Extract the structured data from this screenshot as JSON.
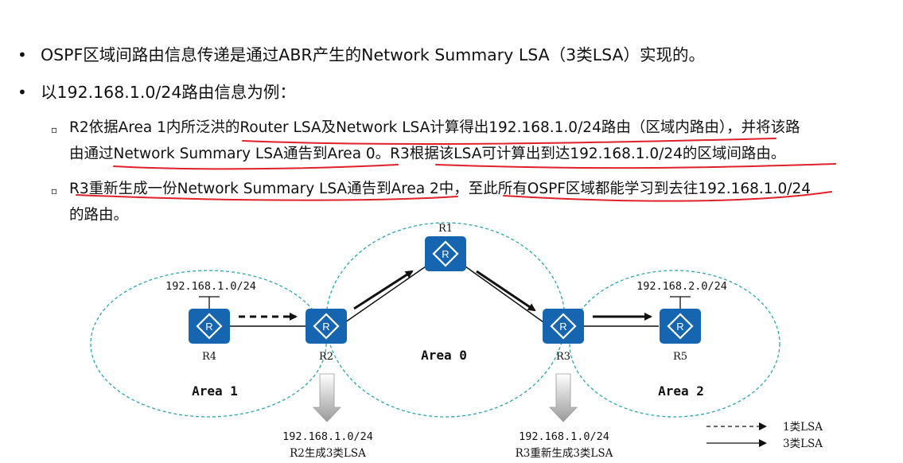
{
  "bullets": [
    "OSPF区域间路由信息传递是通过ABR产生的Network Summary LSA（3类LSA）实现的。",
    "以192.168.1.0/24路由信息为例："
  ],
  "sub_bullets": [
    {
      "line1": "R2依据Area 1内所泛洪的Router LSA及Network LSA计算得出192.168.1.0/24路由（区域内路由），并将该路",
      "line2": "由通过Network Summary LSA通告到Area 0。R3根据该LSA可计算出到达192.168.1.0/24的区域间路由。"
    },
    {
      "line1": "R3重新生成一份Network Summary LSA通告到Area 2中，至此所有OSPF区域都能学习到去往192.168.1.0/24",
      "line2": "的路由。"
    }
  ],
  "diagram": {
    "routers": {
      "R1": "R1",
      "R2": "R2",
      "R3": "R3",
      "R4": "R4",
      "R5": "R5"
    },
    "router_icon_glyph": "R",
    "networks": {
      "left": "192.168.1.0/24",
      "right": "192.168.2.0/24"
    },
    "areas": {
      "area0": "Area 0",
      "area1": "Area 1",
      "area2": "Area 2"
    },
    "captions": {
      "r2_net": "192.168.1.0/24",
      "r2_text": "R2生成3类LSA",
      "r3_net": "192.168.1.0/24",
      "r3_text": "R3重新生成3类LSA"
    },
    "legend": {
      "dashed": "1类LSA",
      "solid": "3类LSA"
    },
    "colors": {
      "router_fill": "#1565b0",
      "area_border": "#2aa6b0",
      "underline": "#e0202a"
    }
  }
}
